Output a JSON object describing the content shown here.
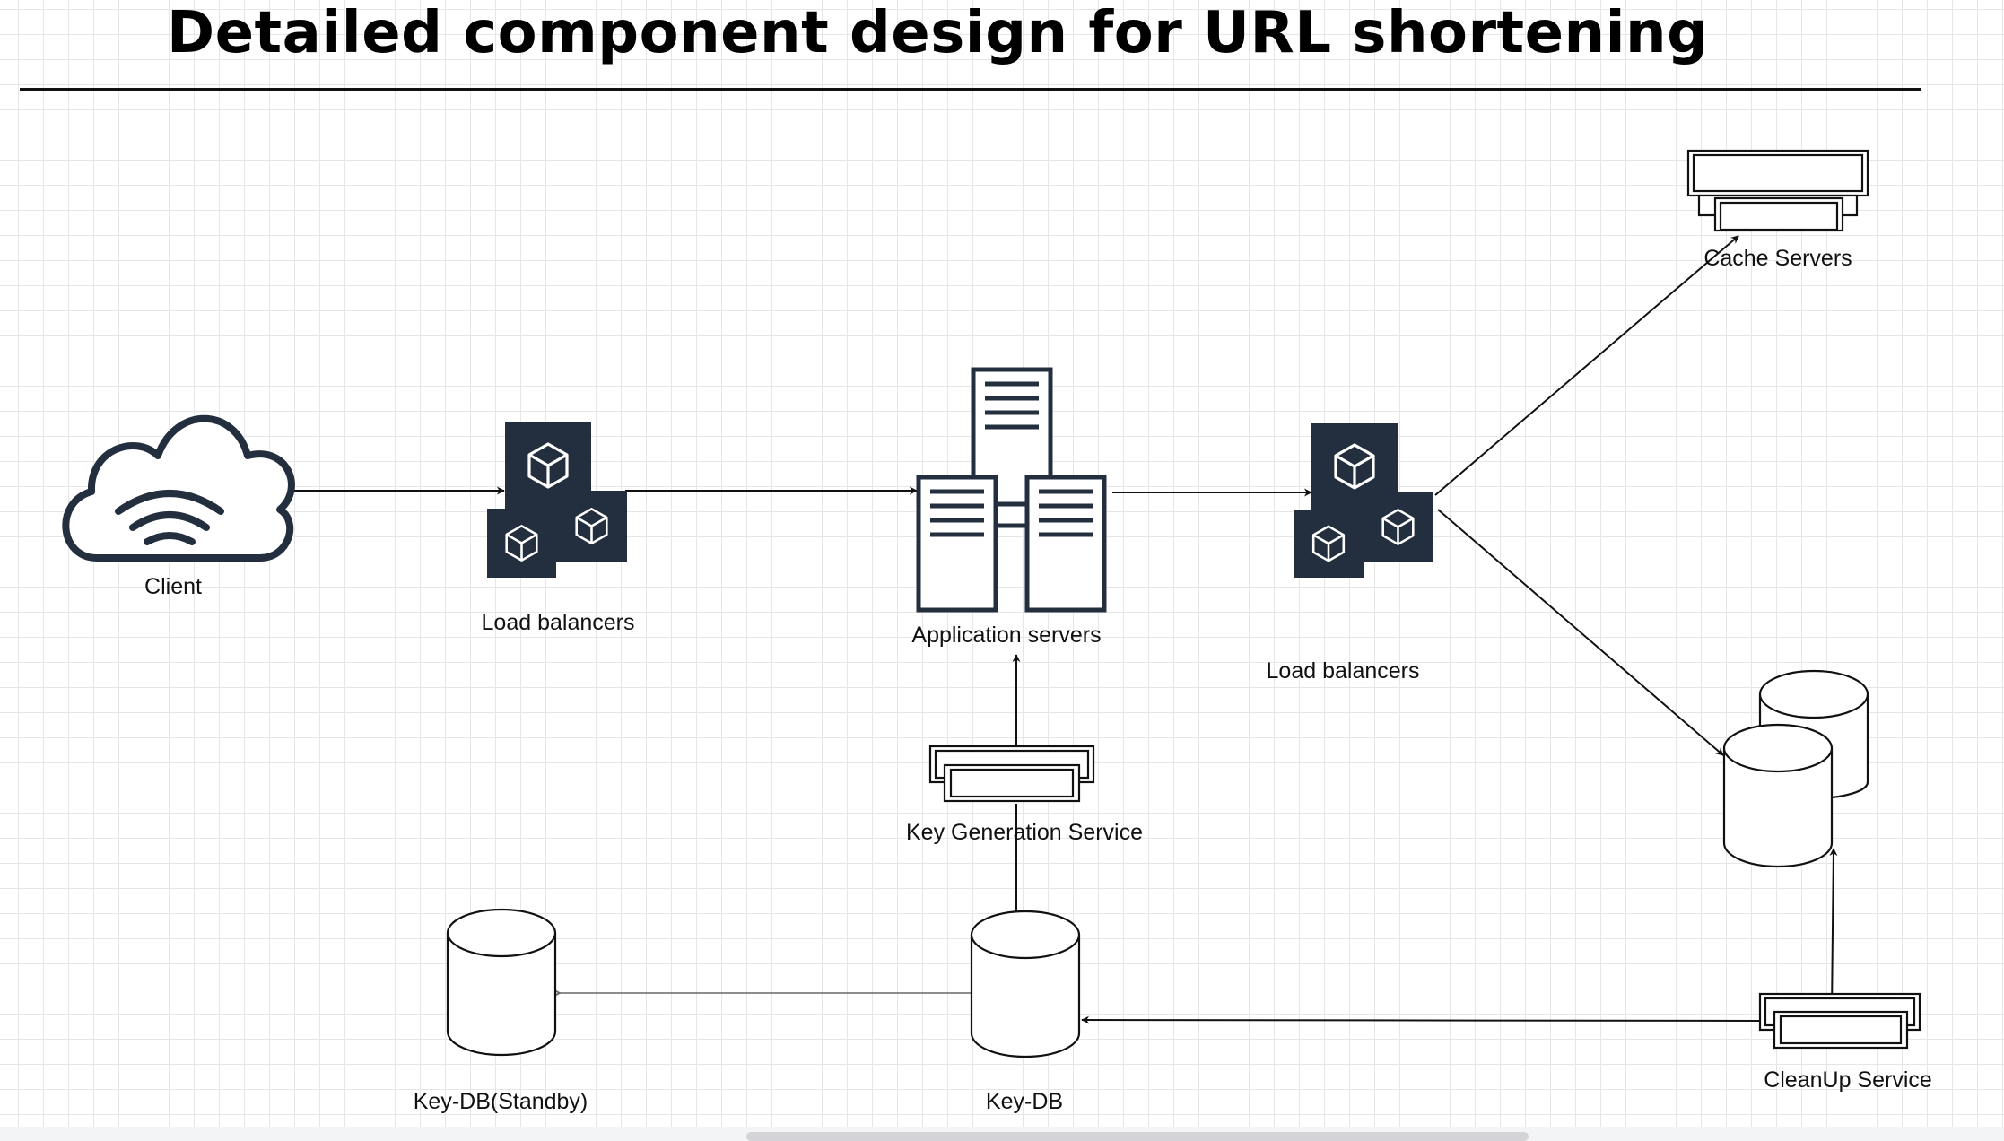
{
  "title": "Detailed component design for URL shortening",
  "labels": {
    "client": "Client",
    "load_balancers_1": "Load balancers",
    "application_servers": "Application servers",
    "load_balancers_2": "Load balancers",
    "cache_servers": "Cache Servers",
    "key_generation_service": "Key Generation Service",
    "key_db": "Key-DB",
    "key_db_standby": "Key-DB(Standby)",
    "cleanup_service": "CleanUp Service"
  },
  "icons": {
    "client": "cloud-icon",
    "load_balancers": "cube-cluster-icon",
    "application_servers": "server-rack-icon",
    "services": "service-box-icon",
    "databases": "database-cylinder-icon"
  },
  "colors": {
    "icon_dark": "#232f3e",
    "stroke": "#111111",
    "grid": "#e6e6e6",
    "standby_arrow": "#666666"
  }
}
